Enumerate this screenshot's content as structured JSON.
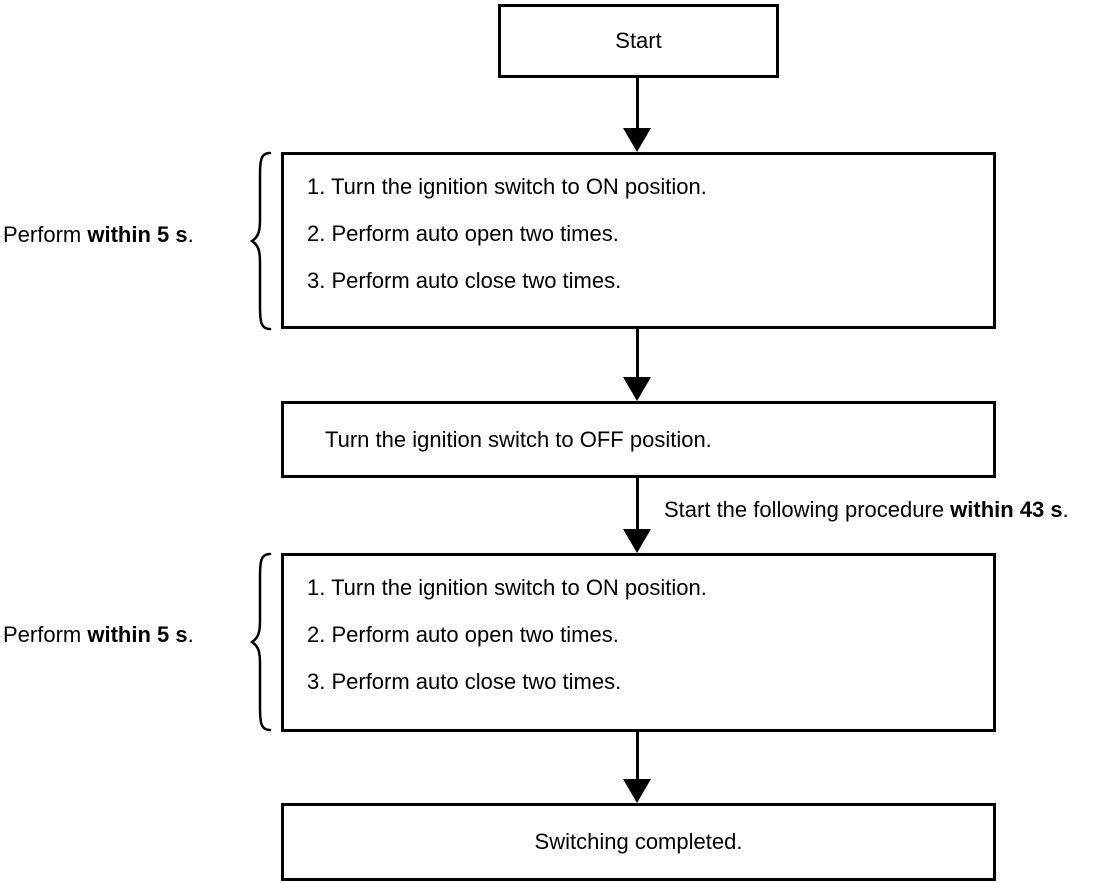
{
  "diagram": {
    "start_node": {
      "label": "Start"
    },
    "procedure_box_1": {
      "steps": [
        "1. Turn the ignition switch to ON position.",
        "2. Perform auto open two times.",
        "3. Perform auto close two times."
      ]
    },
    "perform_label_1": {
      "prefix": "Perform ",
      "bold": "within 5 s",
      "suffix": "."
    },
    "off_node": {
      "label": "Turn the ignition switch to OFF position."
    },
    "annotation": {
      "prefix": "Start the following procedure ",
      "bold": "within 43 s",
      "suffix": "."
    },
    "procedure_box_2": {
      "steps": [
        "1. Turn the ignition switch to ON position.",
        "2. Perform auto open two times.",
        "3. Perform auto close two times."
      ]
    },
    "perform_label_2": {
      "prefix": "Perform ",
      "bold": "within 5 s",
      "suffix": "."
    },
    "end_node": {
      "label": "Switching completed."
    },
    "colors": {
      "line": "#000000",
      "text": "#000000",
      "background": "#ffffff"
    }
  }
}
